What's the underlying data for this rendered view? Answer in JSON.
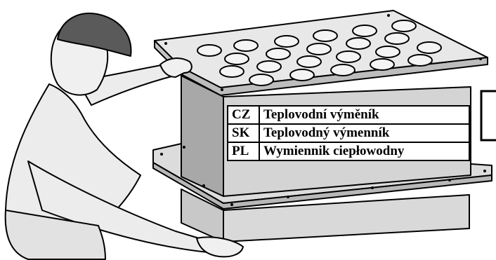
{
  "translations": [
    {
      "code": "CZ",
      "text": "Teplovodní výměník"
    },
    {
      "code": "SK",
      "text": "Teplovodný výmenník"
    },
    {
      "code": "PL",
      "text": "Wymiennik ciepłowodny"
    }
  ],
  "colors": {
    "outline": "#000000",
    "metal_light": "#e6e6e6",
    "metal_mid": "#cfcfcf",
    "metal_dark": "#9a9a9a",
    "hole_inner": "#f2f2f2",
    "helmet": "#5a5a5a",
    "background": "#ffffff"
  },
  "icons": {
    "worker": "worker-figure-icon",
    "exchanger": "heat-exchanger-icon"
  }
}
